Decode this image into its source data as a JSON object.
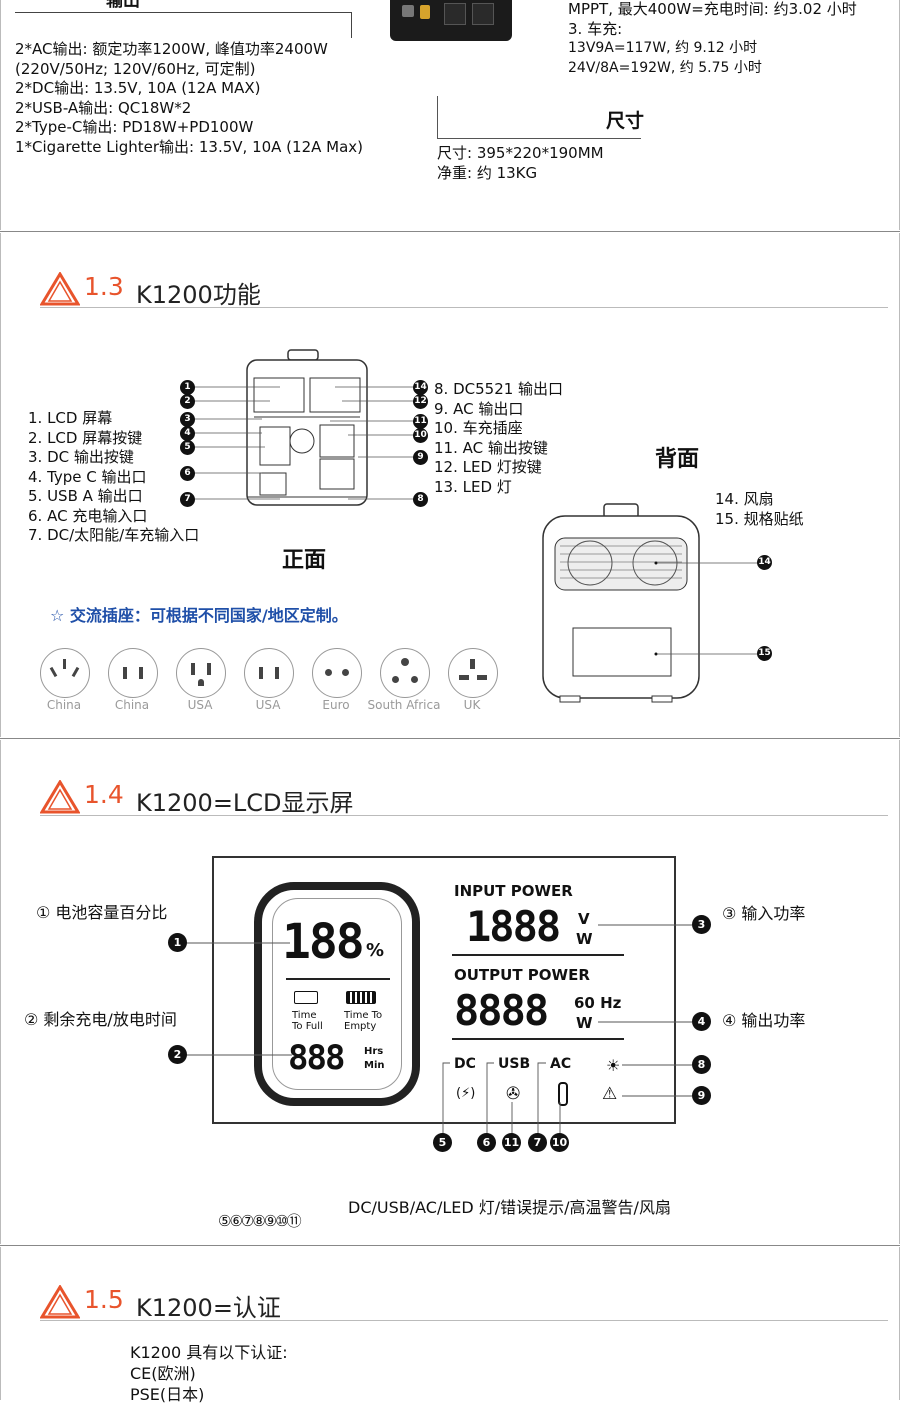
{
  "top": {
    "heading_partial": "输出",
    "output_lines": [
      "2*AC输出: 额定功率1200W, 峰值功率2400W",
      "(220V/50Hz; 120V/60Hz, 可定制)",
      "2*DC输出: 13.5V, 10A (12A MAX)",
      "2*USB-A输出: QC18W*2",
      "2*Type-C输出: PD18W+PD100W",
      "1*Cigarette Lighter输出: 13.5V, 10A (12A Max)"
    ],
    "charge_lines": [
      "MPPT, 最大400W=充电时间: 约3.02 小时",
      "3. 车充:",
      "13V9A=117W, 约 9.12 小时",
      "24V/8A=192W, 约 5.75 小时"
    ],
    "size_title": "尺寸",
    "size_lines": [
      "尺寸: 395*220*190MM",
      "净重: 约 13KG"
    ]
  },
  "sec13": {
    "num": "1.3",
    "title": "K1200功能",
    "left_items": [
      "1. LCD 屏幕",
      "2. LCD 屏幕按键",
      "3. DC 输出按键",
      "4. Type C 输出口",
      "5. USB A 输出口",
      "6. AC 充电输入口",
      "7. DC/太阳能/车充输入口"
    ],
    "right_items": [
      "8. DC5521 输出口",
      "9.  AC 输出口",
      "10. 车充插座",
      "11. AC 输出按键",
      "12. LED 灯按键",
      "13. LED 灯"
    ],
    "front_label": "正面",
    "back_label": "背面",
    "back_items": [
      "14. 风扇",
      "15. 规格贴纸"
    ],
    "callouts_left": [
      "1",
      "2",
      "3",
      "4",
      "5",
      "6",
      "7"
    ],
    "callouts_right": [
      "14",
      "12",
      "11",
      "10",
      "9",
      "8"
    ],
    "back_callouts": [
      "14",
      "15"
    ],
    "socket_note": "☆ 交流插座：可根据不同国家/地区定制。",
    "plugs": [
      "China",
      "China",
      "USA",
      "USA",
      "Euro",
      "South Africa",
      "UK"
    ]
  },
  "sec14": {
    "num": "1.4",
    "title": "K1200=LCD显示屏",
    "label_battery": "① 电池容量百分比",
    "label_time": "② 剩余充电/放电时间",
    "label_input": "③ 输入功率",
    "label_output": "④ 输出功率",
    "lcd": {
      "percent": "188",
      "percent_unit": "%",
      "time_to_full": "Time To Full",
      "time_to_empty": "Time To Empty",
      "time_digits": "888",
      "hrs": "Hrs",
      "min": "Min",
      "input_power": "INPUT POWER",
      "input_digits": "1888",
      "v": "V",
      "w": "W",
      "output_power": "OUTPUT POWER",
      "output_digits": "8888",
      "hz": "60 Hz",
      "w2": "W",
      "dc": "DC",
      "usb": "USB",
      "ac": "AC"
    },
    "callout_nums": [
      "1",
      "2",
      "3",
      "4",
      "5",
      "6",
      "11",
      "7",
      "10",
      "8",
      "9"
    ],
    "bottom_circles": "⑤⑥⑦⑧⑨⑩⑪",
    "bottom_text": "DC/USB/AC/LED 灯/错误提示/高温警告/风扇"
  },
  "sec15": {
    "num": "1.5",
    "title": "K1200=认证",
    "lines": [
      "K1200 具有以下认证:",
      "CE(欧洲)",
      "PSE(日本)"
    ]
  },
  "colors": {
    "accent": "#e8542c",
    "rule": "#bbbbbb"
  }
}
